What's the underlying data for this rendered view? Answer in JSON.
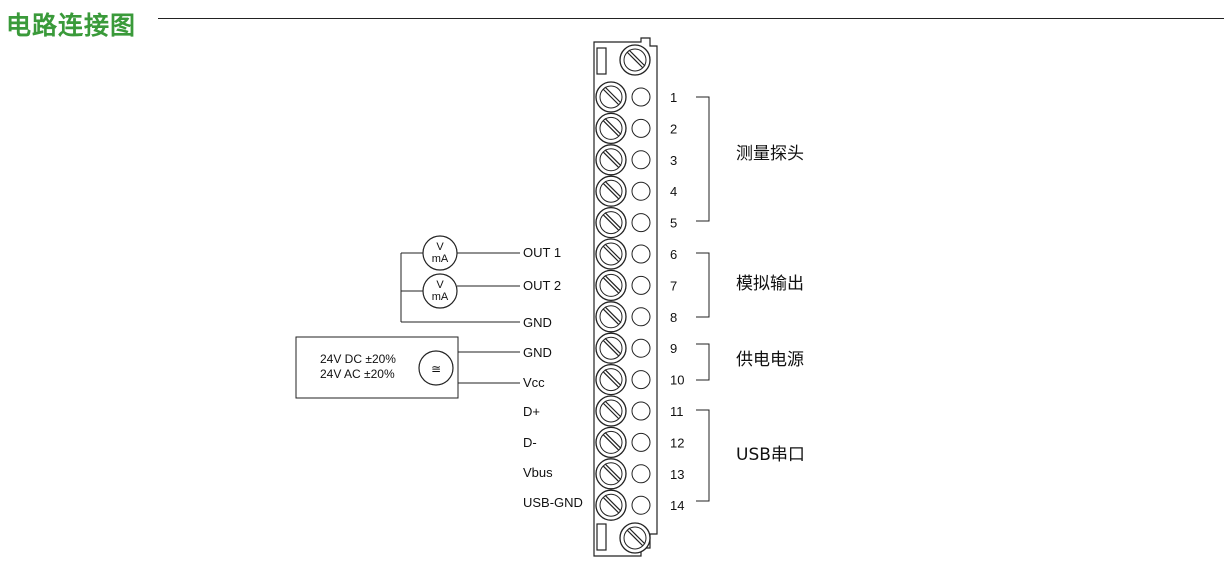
{
  "title": "电路连接图",
  "terminals": [
    "1",
    "2",
    "3",
    "4",
    "5",
    "6",
    "7",
    "8",
    "9",
    "10",
    "11",
    "12",
    "13",
    "14"
  ],
  "signals": {
    "out1": "OUT 1",
    "out2": "OUT 2",
    "gnd1": "GND",
    "gnd2": "GND",
    "vcc": "Vcc",
    "dplus": "D+",
    "dminus": "D-",
    "vbus": "Vbus",
    "usbgnd": "USB-GND"
  },
  "meter": {
    "line1": "V",
    "line2": "mA"
  },
  "power_supply": {
    "line1": "24V DC ±20%",
    "line2": "24V AC ±20%",
    "symbol": "≅"
  },
  "groups": {
    "probe": "测量探头",
    "analog": "模拟输出",
    "power": "供电电源",
    "usb": "USB串口"
  },
  "colors": {
    "title": "#3a9a3a",
    "line": "#222222"
  }
}
